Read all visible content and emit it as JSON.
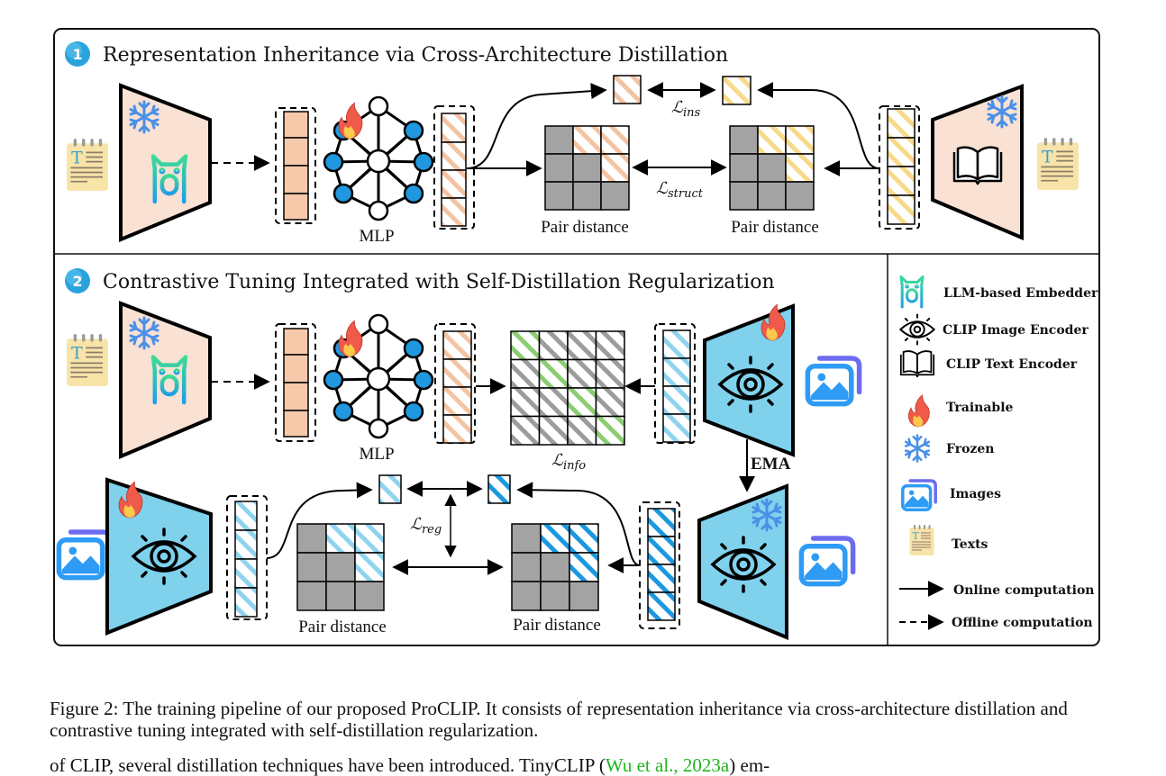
{
  "figure": {
    "section1": {
      "number": "1",
      "title": "Representation Inheritance via Cross-Architecture Distillation",
      "mlp_label": "MLP",
      "pair_distance_left": "Pair distance",
      "pair_distance_right": "Pair distance",
      "loss_ins": "ℒ",
      "loss_ins_sub": "ins",
      "loss_struct": "ℒ",
      "loss_struct_sub": "struct"
    },
    "section2": {
      "number": "2",
      "title": "Contrastive Tuning Integrated with Self-Distillation Regularization",
      "mlp_label": "MLP",
      "loss_info": "ℒ",
      "loss_info_sub": "info",
      "ema_label": "EMA",
      "loss_reg": "ℒ",
      "loss_reg_sub": "reg",
      "pair_distance_left": "Pair distance",
      "pair_distance_right": "Pair distance"
    },
    "legend": [
      {
        "icon": "llama-icon",
        "label": "LLM-based Embedder"
      },
      {
        "icon": "eye-icon",
        "label": "CLIP Image Encoder"
      },
      {
        "icon": "book-icon",
        "label": "CLIP Text Encoder"
      },
      {
        "icon": "flame-icon",
        "label": "Trainable"
      },
      {
        "icon": "snowflake-icon",
        "label": "Frozen"
      },
      {
        "icon": "images-icon",
        "label": "Images"
      },
      {
        "icon": "text-note-icon",
        "label": "Texts"
      },
      {
        "icon": "solid-arrow-icon",
        "label": "Online computation"
      },
      {
        "icon": "dashed-arrow-icon",
        "label": "Offline computation"
      }
    ],
    "colors": {
      "peach_fill": "#f9e1d3",
      "peach_stripe": "#f4c3a2",
      "yellow_stripe": "#f8d989",
      "light_blue_fill": "#7fd1ec",
      "light_blue_stripe": "#8fd3ef",
      "dark_blue_stripe": "#1b98e0",
      "green_stripe": "#8ccd73",
      "gray_cell": "#a3a3a3",
      "flame_red": "#f05a4a",
      "flame_yellow": "#fbc94c",
      "snow_blue": "#4a90e8",
      "images_blue": "#2e9bf5",
      "note_yellow": "#f8e3a8",
      "badge_blue": "#2aa3dc"
    }
  },
  "caption": {
    "text": "Figure 2:  The training pipeline of our proposed ProCLIP. It consists of representation inheritance via cross-architecture distillation and contrastive tuning integrated with self-distillation regularization."
  },
  "body": {
    "text_before": "of CLIP, several distillation techniques have been introduced. TinyCLIP (",
    "citation": "Wu et al., 2023a",
    "text_after": ") em-"
  }
}
